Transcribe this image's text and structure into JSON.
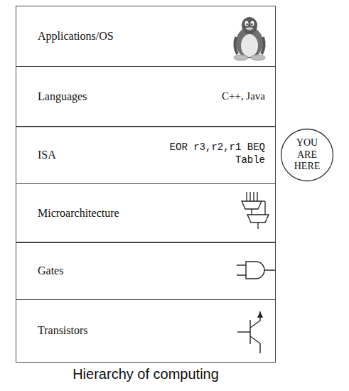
{
  "diagram": {
    "caption": "Hierarchy of computing",
    "nodes": [
      {
        "text": [
          "Applications/OS"
        ]
      },
      {
        "text": [
          "Languages",
          "C++, Java"
        ]
      },
      {
        "text": [
          "ISA",
          "EOR r3,r2,r1 BEQ Table"
        ]
      },
      {
        "text": [
          "Microarchitecture"
        ]
      },
      {
        "text": [
          "Gates"
        ]
      },
      {
        "text": [
          "Transistors"
        ]
      },
      {
        "text": [
          "YOU ARE HERE"
        ]
      }
    ]
  }
}
